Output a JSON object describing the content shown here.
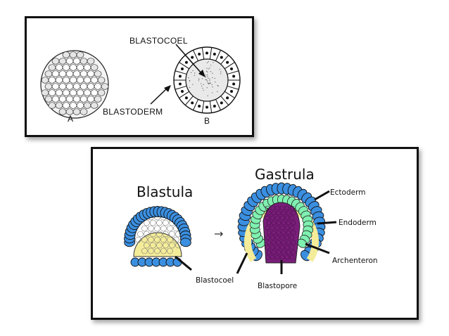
{
  "top_figure": {
    "label_blastocoel": "BLASTOCOEL",
    "label_blastoderm": "BLASTODERM",
    "label_a": "A",
    "label_b": "B"
  },
  "bottom_figure": {
    "title_blastula": "Blastula",
    "title_gastrula": "Gastrula",
    "arrow": "→",
    "label_blastocoel": "Blastocoel",
    "label_blastopore": "Blastopore",
    "label_ectoderm": "Ectoderm",
    "label_endoderm": "Endoderm",
    "label_archenteron": "Archenteron"
  },
  "colors": {
    "ectoderm_blue": "#3b8fe0",
    "endoderm_green": "#7ff0b0",
    "archenteron_purple": "#7a1e7a",
    "blastula_yellow": "#f4ec98"
  }
}
